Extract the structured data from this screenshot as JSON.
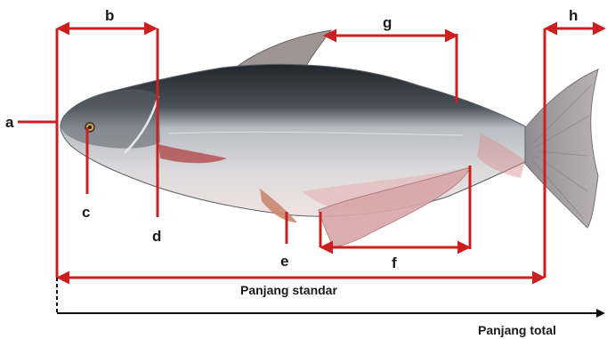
{
  "labels": {
    "a": "a",
    "b": "b",
    "c": "c",
    "d": "d",
    "e": "e",
    "f": "f",
    "g": "g",
    "h": "h",
    "standard_length": "Panjang standar",
    "total_length": "Panjang total"
  },
  "colors": {
    "measure_line": "#cc1f1f",
    "total_line": "#111111",
    "fish_back": "#2b2f36",
    "fish_side": "#c9ccd2",
    "fish_belly": "#ece4e4",
    "fin": "#a9968e",
    "fin_pink": "#d98c8c"
  }
}
